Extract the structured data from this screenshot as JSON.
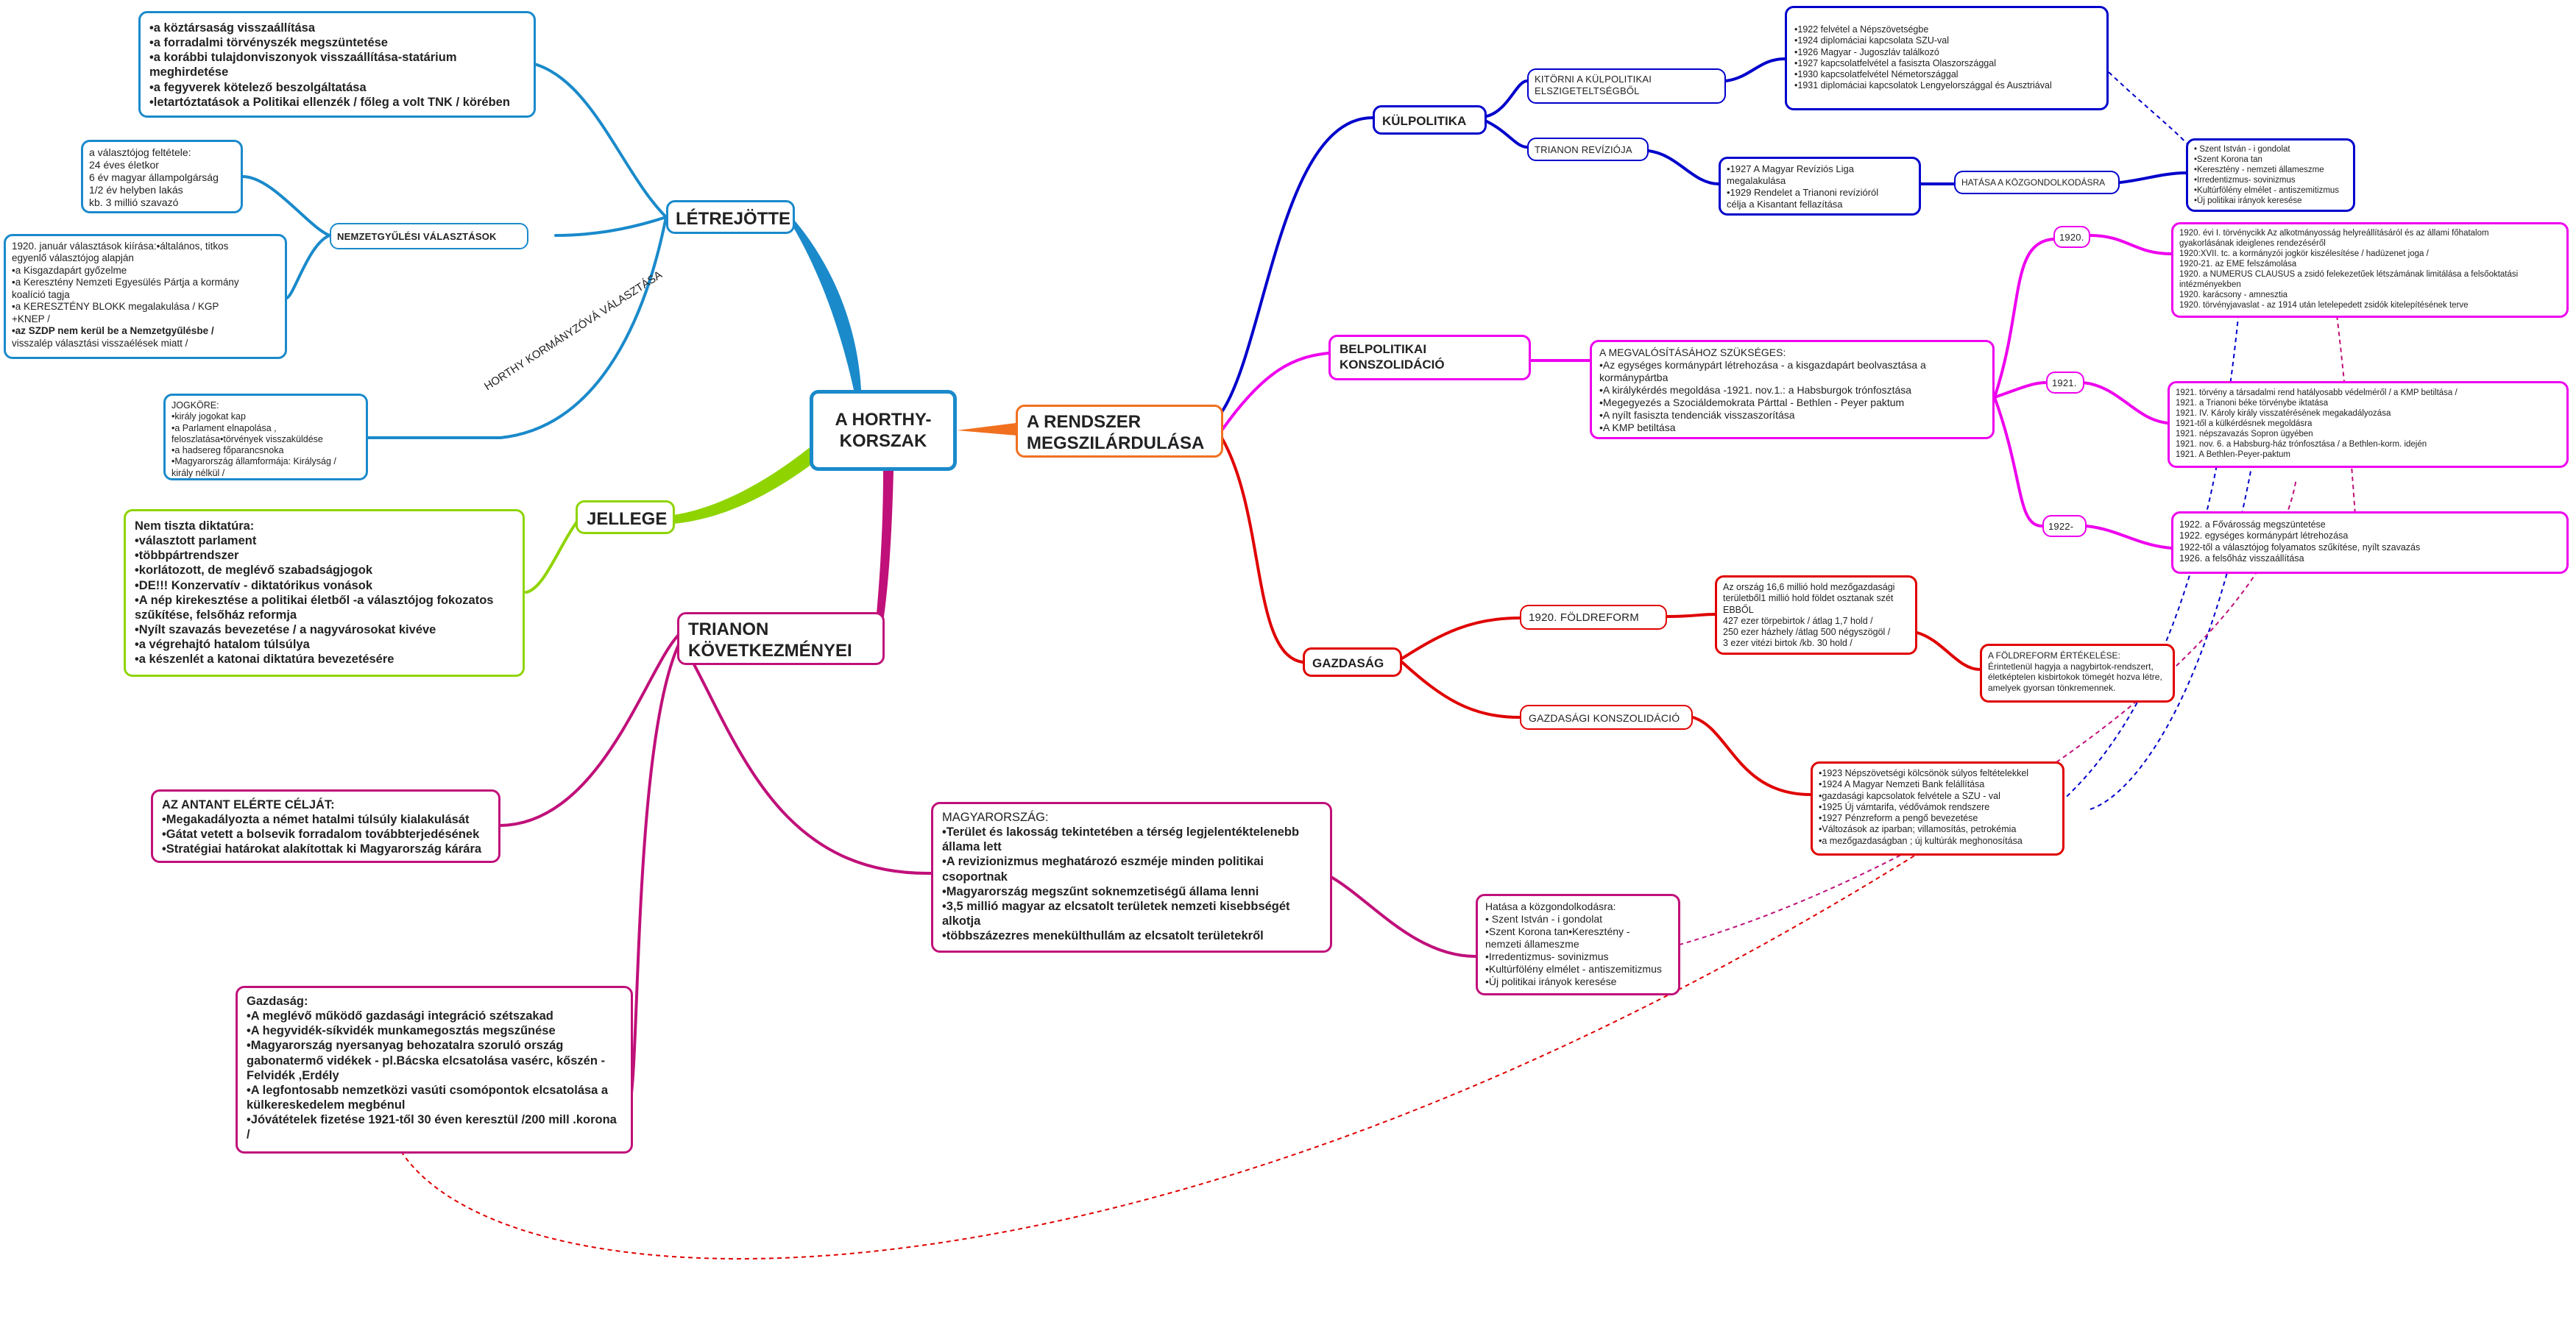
{
  "root": {
    "title_line1": "A HORTHY-",
    "title_line2": "KORSZAK"
  },
  "colors": {
    "blue": "#0000cc",
    "magenta": "#ee00ee",
    "red": "#e00000",
    "orange": "#f07020",
    "crimson": "#c0107a",
    "green": "#8fd400",
    "lightblue": "#1a8acb"
  },
  "letrejotte": {
    "title": "LÉTREJÖTTE",
    "box1": [
      "•a köztársaság visszaállítása",
      "•a forradalmi törvényszék megszüntetése",
      "•a korábbi tulajdonviszonyok visszaállítása-statárium",
      "meghirdetése",
      "•a fegyverek kötelező beszolgáltatása",
      "•letartóztatások a Politikai ellenzék / főleg a volt TNK / körében"
    ],
    "nv_label": "NEMZETGYŰLÉSI VÁLASZTÁSOK",
    "box2": [
      "a választójog feltétele:",
      "24 éves életkor",
      "6 év magyar állampolgárság",
      "1/2 év helyben lakás",
      "kb. 3 millió szavazó"
    ],
    "box3": [
      "1920. január választások kiírása:•általános, titkos",
      "egyenlő választójog alapján",
      "•a Kisgazdapárt győzelme",
      "•a Keresztény Nemzeti Egyesülés Pártja a kormány",
      "koalíció tagja",
      "•a KERESZTÉNY BLOKK megalakulása / KGP",
      "+KNEP /",
      "•az SZDP nem kerül be a Nemzetgyűlésbe /",
      "visszalép választási visszaélések miatt /"
    ],
    "horthy_label": "HORTHY KORMÁNYZÓVÁ VÁLASZTÁSA",
    "box4": [
      "JOGKÖRE:",
      "•király jogokat kap",
      "•a Parlament elnapolása ,",
      "feloszlatása•törvények visszaküldése",
      "•a hadsereg főparancsnoka",
      "•Magyarország államformája: Királyság /",
      "király nélkül /"
    ]
  },
  "jellege": {
    "title": "JELLEGE",
    "box": [
      "Nem tiszta diktatúra:",
      "•választott parlament",
      "•többpártrendszer",
      "•korlátozott, de meglévő szabadságjogok",
      "•DE!!! Konzervatív - diktatórikus vonások",
      "•A nép kirekesztése a politikai életből -a választójog fokozatos",
      "szűkítése, felsőház reformja",
      "•Nyílt szavazás bevezetése / a nagyvárosokat kivéve",
      "•a végrehajtó hatalom túlsúlya",
      "•a készenlét a katonai diktatúra bevezetésére"
    ]
  },
  "trianon": {
    "title_line1": "TRIANON",
    "title_line2": "KÖVETKEZMÉNYEI",
    "antant": [
      "AZ ANTANT ELÉRTE CÉLJÁT:",
      "•Megakadályozta a német hatalmi túlsúly kialakulását",
      "•Gátat vetett a bolsevik forradalom továbbterjedésének",
      "•Stratégiai határokat alakítottak ki Magyarország kárára"
    ],
    "gazdasag": [
      "Gazdaság:",
      "•A meglévő működő gazdasági integráció szétszakad",
      "•A hegyvidék-síkvidék munkamegosztás megszűnése",
      "•Magyarország nyersanyag behozatalra szoruló ország",
      "gabonatermő vidékek - pl.Bácska elcsatolása vasérc, kőszén -",
      "Felvidék ,Erdély",
      "•A legfontosabb nemzetközi vasúti csomópontok elcsatolása a",
      "külkereskedelem megbénul",
      "•Jóvátételek fizetése 1921-től 30 éven keresztül /200 mill .korona",
      "/"
    ],
    "magyar": [
      "MAGYARORSZÁG:",
      "•Terület és lakosság tekintetében a térség legjelentéktelenebb",
      "állama lett",
      "•A revizionizmus meghatározó eszméje minden politikai",
      "csoportnak",
      "•Magyarország megszűnt soknemzetiségű állama lenni",
      "•3,5 millió magyar az elcsatolt területek nemzeti kisebbségét",
      "alkotja",
      "•többszázezres menekülthullám az elcsatolt területekről"
    ],
    "hatasa": [
      "Hatása a közgondolkodásra:",
      "• Szent István - i gondolat",
      "•Szent Korona tan•Keresztény -",
      "nemzeti állameszme",
      "•Irredentizmus- sovinizmus",
      "•Kultúrfölény elmélet - antiszemitizmus",
      "•Új politikai irányok keresése"
    ]
  },
  "rendszer": {
    "title_line1": "A RENDSZER",
    "title_line2": "MEGSZILÁRDULÁSA",
    "kulpolitika": {
      "title": "KÜLPOLITIKA",
      "kitores_line1": "KITÖRNI A KÜLPOLITIKAI",
      "kitores_line2": "ELSZIGETELTSÉGBŐL",
      "kitores_box": [
        "•1922 felvétel a Népszövetségbe",
        "•1924 diplomáciai kapcsolata SZU-val",
        "•1926 Magyar - Jugoszláv találkozó",
        "•1927 kapcsolatfelvétel a fasiszta Olaszországgal",
        "•1930 kapcsolatfelvétel Németországgal",
        "•1931 diplomáciai kapcsolatok Lengyelországgal és Ausztriával"
      ],
      "revizio": "TRIANON REVÍZIÓJA",
      "revizio_box": [
        "•1927 A Magyar Revíziós Liga",
        "megalakulása",
        "•1929 Rendelet a Trianoni revízióról",
        "célja a Kisantant fellazítása"
      ],
      "hatasa_label": "HATÁSA A KÖZGONDOLKODÁSRA",
      "hatasa_box": [
        "• Szent István - i gondolat",
        "•Szent Korona tan",
        "•Keresztény - nemzeti állameszme",
        "•Irredentizmus- sovinizmus",
        "•Kultúrfölény elmélet - antiszemitizmus",
        "•Új politikai irányok keresése"
      ]
    },
    "belpolitika": {
      "title_line1": "BELPOLITIKAI",
      "title_line2": "KONSZOLIDÁCIÓ",
      "box": [
        "A MEGVALÓSÍTÁSÁHOZ SZÜKSÉGES:",
        "•Az egységes kormánypárt létrehozása - a kisgazdapárt beolvasztása a",
        "kormánypártba",
        "•A királykérdés megoldása -1921. nov.1.: a Habsburgok trónfosztása",
        "•Megegyezés a Szociáldemokrata Párttal - Bethlen - Peyer paktum",
        "•A nyílt fasiszta tendenciák visszaszorítása",
        "•A KMP betiltása"
      ],
      "y1920": "1920.",
      "box1920": [
        "1920. évi I. törvénycikk Az alkotmányosság helyreállításáról és az állami főhatalom",
        "gyakorlásának ideiglenes rendezéséről",
        "1920:XVII. tc. a kormányzói jogkör kiszélesítése / hadüzenet joga /",
        "1920-21. az EME felszámolása",
        "1920. a NUMERUS CLAUSUS a zsidó felekezetűek létszámának limitálása a felsőoktatási",
        "intézményekben",
        "1920. karácsony - amnesztia",
        "1920. törvényjavaslat - az 1914 után letelepedett zsidók kitelepítésének terve"
      ],
      "y1921": "1921.",
      "box1921": [
        "1921. törvény a társadalmi rend hatályosabb védelméről / a KMP betiltása /",
        "1921. a Trianoni béke törvénybe iktatása",
        "1921. IV. Károly király visszatérésének megakadályozása",
        "1921-től a külkérdésnek megoldásra",
        "1921. népszavazás Sopron ügyében",
        "1921. nov. 6. a Habsburg-ház trónfosztása / a Bethlen-korm. idején",
        "1921. A Bethlen-Peyer-paktum"
      ],
      "y1922": "1922-",
      "box1922": [
        "1922. a Fővárosság megszüntetése",
        "1922. egységes kormánypárt létrehozása",
        "1922-től a választójog folyamatos szűkítése, nyílt szavazás",
        "1926. a felsőház visszaállítása"
      ]
    },
    "gazdasag": {
      "title": "GAZDASÁG",
      "foldreform": "1920. FÖLDREFORM",
      "foldreform_box": [
        "Az ország 16,6 millió hold mezőgazdasági",
        "területből1 millió hold földet osztanak szét",
        "EBBŐL",
        "427 ezer törpebirtok / átlag 1,7 hold /",
        "250 ezer házhely /átlag 500 négyszögöl /",
        "3 ezer vitézi birtok /kb. 30 hold /"
      ],
      "ertekeles_box": [
        "A FÖLDREFORM ÉRTÉKELÉSE:",
        "Érintetlenül hagyja a nagybirtok-rendszert,",
        "életképtelen kisbirtokok tömegét hozva létre,",
        "amelyek gyorsan tönkremennek."
      ],
      "konszolidacio": "GAZDASÁGI KONSZOLIDÁCIÓ",
      "konszolidacio_box": [
        "•1923 Népszövetségi kölcsönök súlyos feltételekkel",
        "•1924 A Magyar Nemzeti Bank felállítása",
        "•gazdasági kapcsolatok felvétele a SZU - val",
        "•1925 Új vámtarifa, védővámok rendszere",
        "•1927 Pénzreform a pengő bevezetése",
        "•Változások az iparban; villamosítás, petrokémia",
        "•a mezőgazdaságban ; új kultúrák meghonosítása"
      ]
    }
  }
}
